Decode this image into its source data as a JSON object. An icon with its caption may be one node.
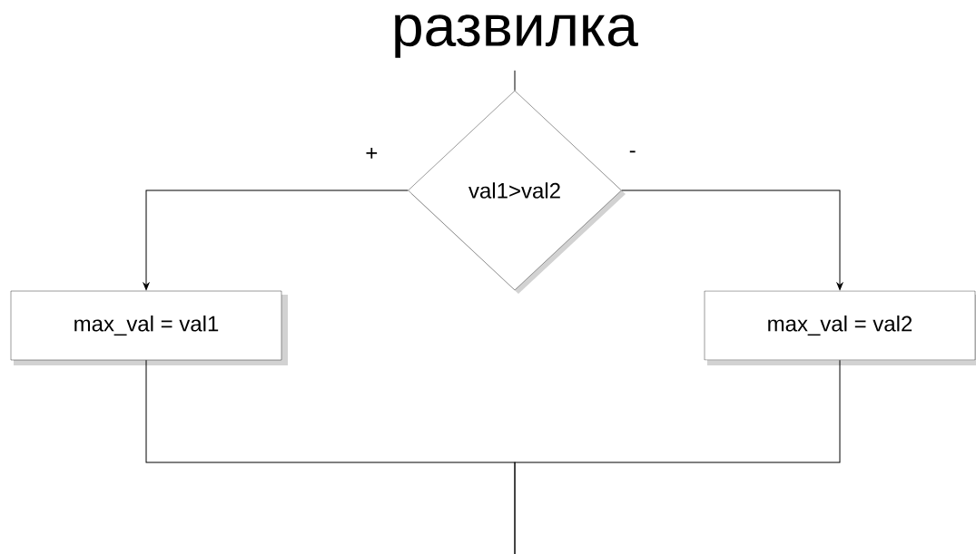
{
  "diagram": {
    "title": "развилка",
    "nodes": [
      {
        "text": [
          "val1>val2"
        ]
      },
      {
        "text": [
          "max_val = val1"
        ]
      },
      {
        "text": [
          "max_val = val2"
        ]
      }
    ],
    "edges": [
      {
        "from": null,
        "to": 0,
        "arrow": "none"
      },
      {
        "from": 0,
        "to": 1,
        "arrow": "to",
        "label": "+"
      },
      {
        "from": 0,
        "to": 2,
        "arrow": "to",
        "label": "-"
      },
      {
        "from": 1,
        "to": null,
        "arrow": "none"
      },
      {
        "from": 2,
        "to": null,
        "arrow": "none"
      }
    ]
  }
}
